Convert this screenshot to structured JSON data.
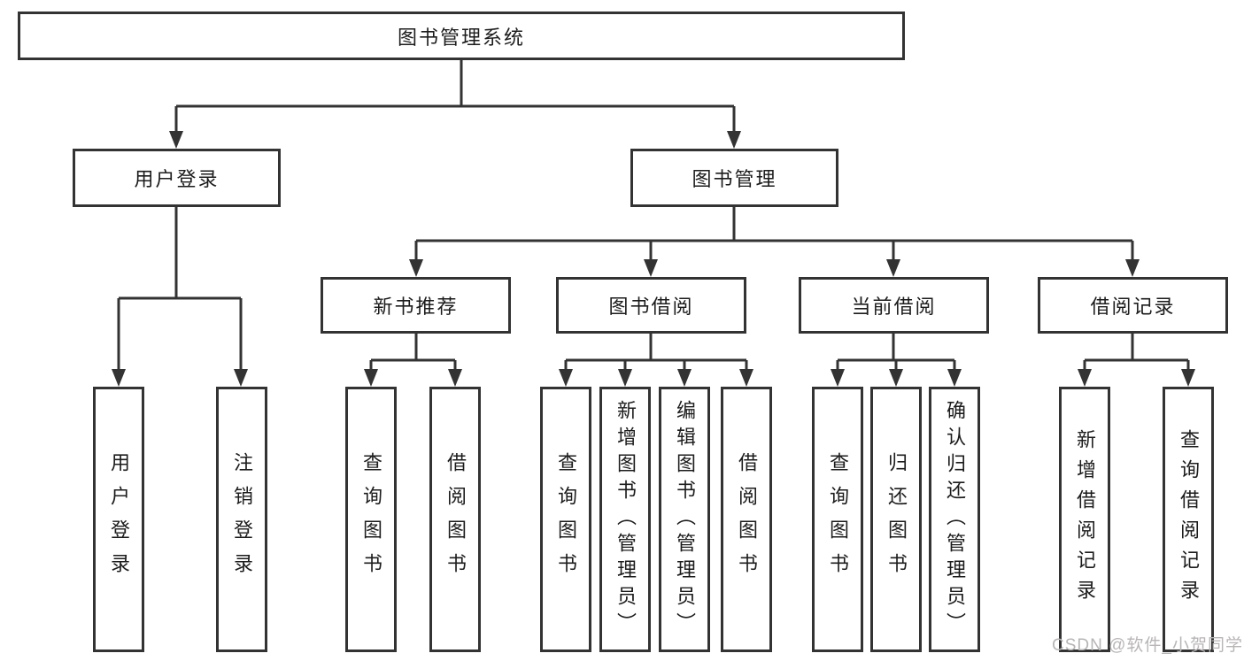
{
  "diagram": {
    "root": {
      "label": "图书管理系统"
    },
    "user_login": {
      "label": "用户登录",
      "children": {
        "login": {
          "label": "用户登录"
        },
        "logout": {
          "label": "注销登录"
        }
      }
    },
    "book_management": {
      "label": "图书管理",
      "children": {
        "new_books": {
          "label": "新书推荐",
          "children": {
            "query_books": {
              "label": "查询图书"
            },
            "borrow_books": {
              "label": "借阅图书"
            }
          }
        },
        "book_borrowing": {
          "label": "图书借阅",
          "children": {
            "query_books": {
              "label": "查询图书"
            },
            "add_books": {
              "label": "新增图书（管理员）"
            },
            "edit_books": {
              "label": "编辑图书（管理员）"
            },
            "borrow_books": {
              "label": "借阅图书"
            }
          }
        },
        "current_borrowing": {
          "label": "当前借阅",
          "children": {
            "query_books": {
              "label": "查询图书"
            },
            "return_books": {
              "label": "归还图书"
            },
            "confirm_return": {
              "label": "确认归还（管理员）"
            }
          }
        },
        "borrow_records": {
          "label": "借阅记录",
          "children": {
            "add_record": {
              "label": "新增借阅记录"
            },
            "query_record": {
              "label": "查询借阅记录"
            }
          }
        }
      }
    },
    "watermark": "CSDN @软件_小贺同学",
    "colors": {
      "line": "#333333",
      "text": "#1c1c1c",
      "box_background": "#ffffff",
      "watermark": "#b8b5b5"
    }
  }
}
